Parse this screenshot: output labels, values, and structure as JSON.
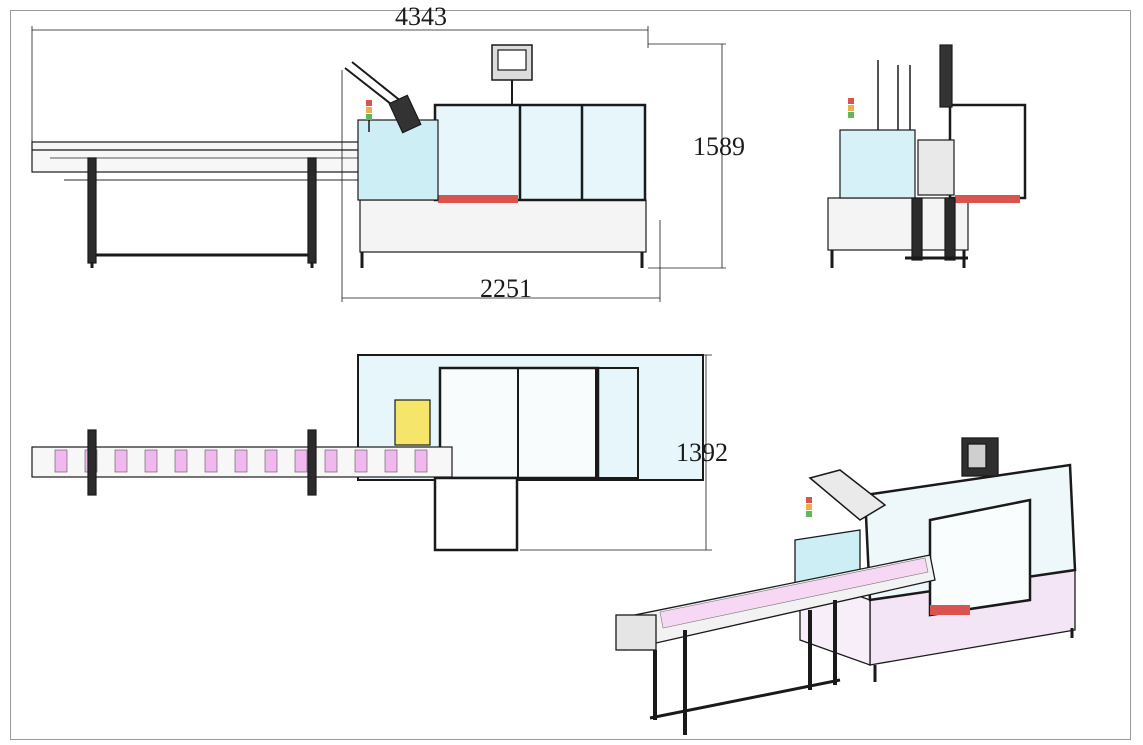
{
  "dimensions": {
    "overall_length": "4343",
    "machine_length": "2251",
    "height": "1589",
    "width": "1392"
  },
  "colors": {
    "line": "#1a1a1a",
    "panel_cyan": "#d6f1f7",
    "accent_pink": "#f1b8f0",
    "red_panel": "#d9534f",
    "light_gray": "#f2f2f2",
    "frame_dark": "#2b2b2b"
  }
}
